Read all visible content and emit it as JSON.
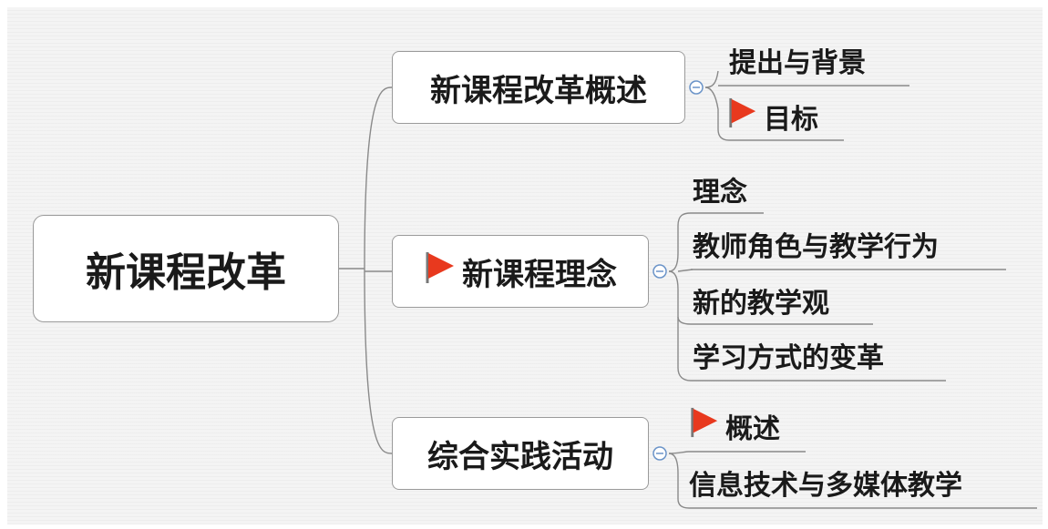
{
  "root": {
    "label": "新课程改革"
  },
  "branches": [
    {
      "label": "新课程改革概述",
      "flag": false,
      "children": [
        {
          "label": "提出与背景",
          "flag": false
        },
        {
          "label": "目标",
          "flag": true
        }
      ]
    },
    {
      "label": "新课程理念",
      "flag": true,
      "children": [
        {
          "label": "理念",
          "flag": false
        },
        {
          "label": "教师角色与教学行为",
          "flag": false
        },
        {
          "label": "新的教学观",
          "flag": false
        },
        {
          "label": "学习方式的变革",
          "flag": false
        }
      ]
    },
    {
      "label": "综合实践活动",
      "flag": false,
      "children": [
        {
          "label": "概述",
          "flag": true
        },
        {
          "label": "信息技术与多媒体教学",
          "flag": false
        }
      ]
    }
  ],
  "colors": {
    "flag": "#e8391e",
    "line": "#8a8a8a",
    "toggle": "#6a93c8"
  }
}
